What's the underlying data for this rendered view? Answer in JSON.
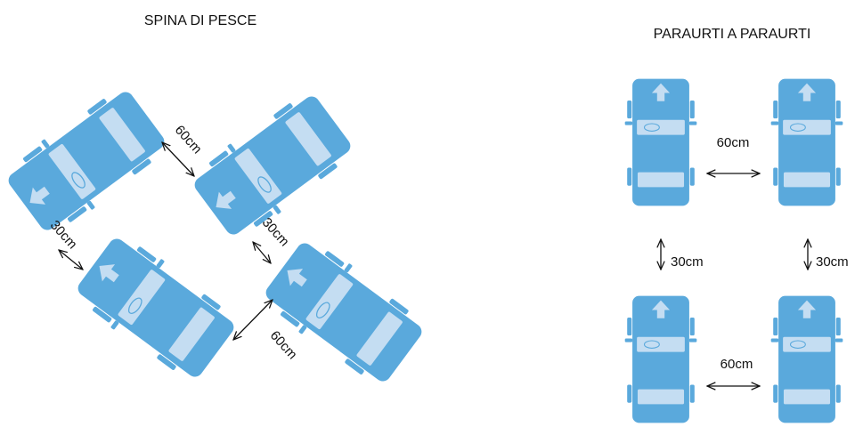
{
  "herringbone": {
    "title": "SPINA DI PESCE",
    "labels": {
      "wide_top": "60cm",
      "wide_bottom": "60cm",
      "narrow_left": "30cm",
      "narrow_right": "30cm"
    }
  },
  "bumper": {
    "title": "PARAURTI A PARAURTI",
    "labels": {
      "wide_top": "60cm",
      "wide_bottom": "60cm",
      "narrow_left": "30cm",
      "narrow_right": "30cm"
    }
  },
  "colors": {
    "car_body": "#5aa9dc",
    "car_window": "#c4ddf2",
    "arrow_line": "#111111"
  },
  "icons": [
    "car-icon",
    "direction-arrow-icon",
    "double-arrow-icon"
  ]
}
